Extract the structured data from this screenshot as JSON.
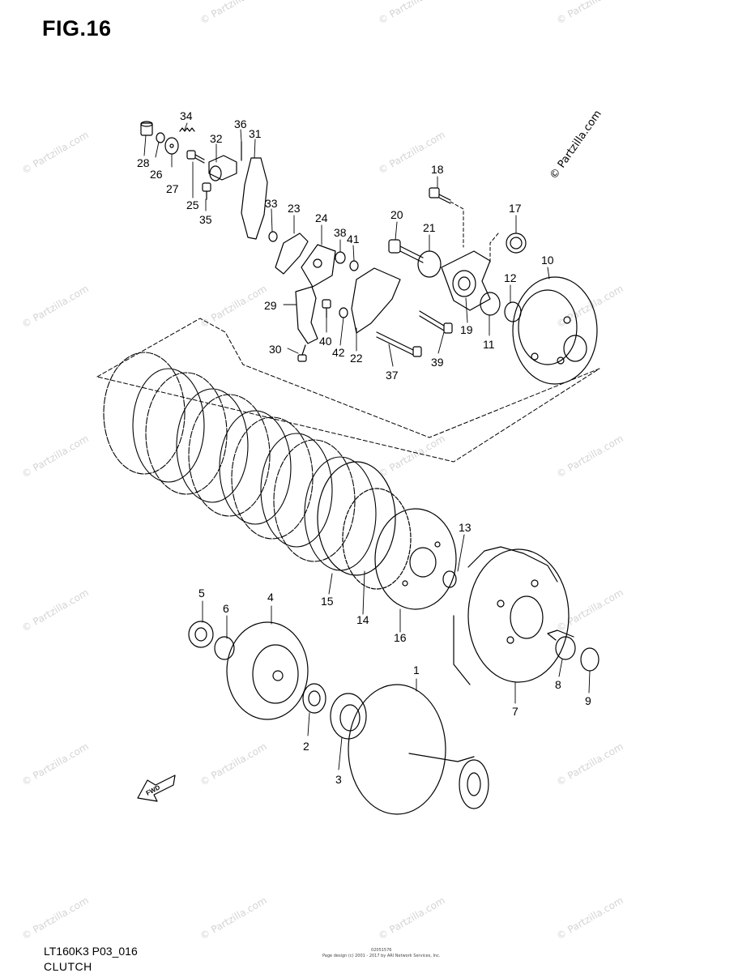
{
  "figure": {
    "title": "FIG.16",
    "code": "LT160K3 P03_016",
    "name": "CLUTCH",
    "small_print_line1": "02051576",
    "small_print_line2": "Page design (c) 2001 - 2017 by ARI Network Services, Inc.",
    "stamp": "© Partzilla.com",
    "watermark_text": "© Partzilla.com",
    "fwd_label": "FWD"
  },
  "callouts": [
    {
      "id": "1",
      "label": "1"
    },
    {
      "id": "2",
      "label": "2"
    },
    {
      "id": "3",
      "label": "3"
    },
    {
      "id": "4",
      "label": "4"
    },
    {
      "id": "5",
      "label": "5"
    },
    {
      "id": "6",
      "label": "6"
    },
    {
      "id": "7",
      "label": "7"
    },
    {
      "id": "8",
      "label": "8"
    },
    {
      "id": "9",
      "label": "9"
    },
    {
      "id": "10",
      "label": "10"
    },
    {
      "id": "11",
      "label": "11"
    },
    {
      "id": "12",
      "label": "12"
    },
    {
      "id": "13",
      "label": "13"
    },
    {
      "id": "14",
      "label": "14"
    },
    {
      "id": "15",
      "label": "15"
    },
    {
      "id": "16",
      "label": "16"
    },
    {
      "id": "17",
      "label": "17"
    },
    {
      "id": "18",
      "label": "18"
    },
    {
      "id": "19",
      "label": "19"
    },
    {
      "id": "20",
      "label": "20"
    },
    {
      "id": "21",
      "label": "21"
    },
    {
      "id": "22",
      "label": "22"
    },
    {
      "id": "23",
      "label": "23"
    },
    {
      "id": "24",
      "label": "24"
    },
    {
      "id": "25",
      "label": "25"
    },
    {
      "id": "26",
      "label": "26"
    },
    {
      "id": "27",
      "label": "27"
    },
    {
      "id": "28",
      "label": "28"
    },
    {
      "id": "29",
      "label": "29"
    },
    {
      "id": "30",
      "label": "30"
    },
    {
      "id": "31",
      "label": "31"
    },
    {
      "id": "32",
      "label": "32"
    },
    {
      "id": "33",
      "label": "33"
    },
    {
      "id": "34",
      "label": "34"
    },
    {
      "id": "35",
      "label": "35"
    },
    {
      "id": "36",
      "label": "36"
    },
    {
      "id": "37",
      "label": "37"
    },
    {
      "id": "38",
      "label": "38"
    },
    {
      "id": "39",
      "label": "39"
    },
    {
      "id": "40",
      "label": "40"
    },
    {
      "id": "41",
      "label": "41"
    },
    {
      "id": "42",
      "label": "42"
    }
  ]
}
